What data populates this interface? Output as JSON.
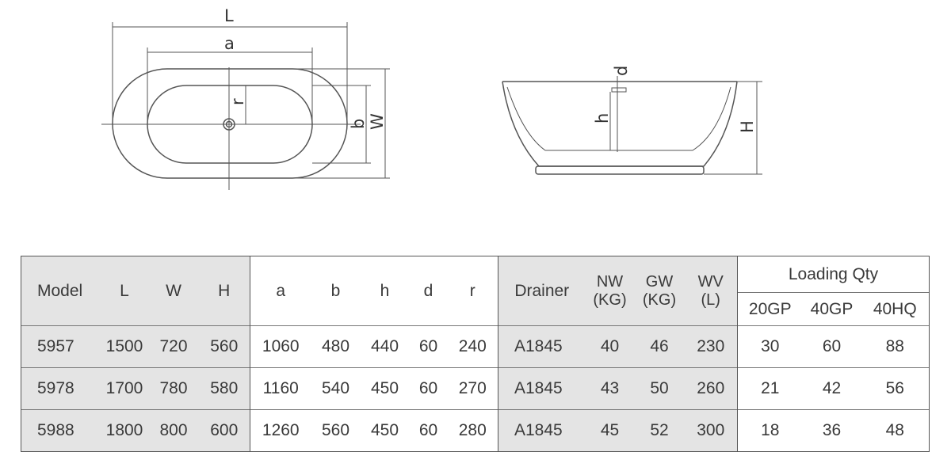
{
  "drawings": {
    "top_view": {
      "labels": {
        "L": "L",
        "a": "a",
        "W": "W",
        "b": "b",
        "r": "r"
      }
    },
    "side_view": {
      "labels": {
        "d": "d",
        "h": "h",
        "H": "H"
      }
    }
  },
  "table": {
    "headers": {
      "model": "Model",
      "L": "L",
      "W": "W",
      "H": "H",
      "a": "a",
      "b": "b",
      "h": "h",
      "d": "d",
      "r": "r",
      "drainer": "Drainer",
      "nw_line1": "NW",
      "nw_line2": "(KG)",
      "gw_line1": "GW",
      "gw_line2": "(KG)",
      "wv_line1": "WV",
      "wv_line2": "(L)",
      "loading_qty": "Loading Qty",
      "gp20": "20GP",
      "gp40": "40GP",
      "hq40": "40HQ"
    },
    "rows": [
      {
        "model": "5957",
        "L": "1500",
        "W": "720",
        "H": "560",
        "a": "1060",
        "b": "480",
        "h": "440",
        "d": "60",
        "r": "240",
        "drainer": "A1845",
        "nw": "40",
        "gw": "46",
        "wv": "230",
        "gp20": "30",
        "gp40": "60",
        "hq40": "88"
      },
      {
        "model": "5978",
        "L": "1700",
        "W": "780",
        "H": "580",
        "a": "1160",
        "b": "540",
        "h": "450",
        "d": "60",
        "r": "270",
        "drainer": "A1845",
        "nw": "43",
        "gw": "50",
        "wv": "260",
        "gp20": "21",
        "gp40": "42",
        "hq40": "56"
      },
      {
        "model": "5988",
        "L": "1800",
        "W": "800",
        "H": "600",
        "a": "1260",
        "b": "560",
        "h": "450",
        "d": "60",
        "r": "280",
        "drainer": "A1845",
        "nw": "45",
        "gw": "52",
        "wv": "300",
        "gp20": "18",
        "gp40": "36",
        "hq40": "48"
      }
    ]
  }
}
